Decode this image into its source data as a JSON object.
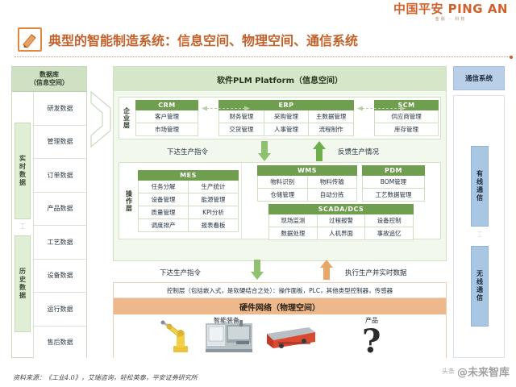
{
  "brand": {
    "name": "中国平安 PING AN",
    "tagline": "金融 · 科技"
  },
  "header": {
    "title": "典型的智能制造系统：信息空间、物理空间、通信系统",
    "icon": "pencil-edit-icon"
  },
  "database_column": {
    "heading_line1": "数据库",
    "heading_line2": "（信息空间）",
    "bands": [
      {
        "label": "实时数据"
      },
      {
        "label": "历史数据"
      }
    ],
    "items": [
      "研发数据",
      "管理数据",
      "订单数据",
      "产品数据",
      "工艺数据",
      "设备数据",
      "运行数据",
      "售后数据"
    ]
  },
  "info_space": {
    "title": "软件PLM Platform（信息空间）",
    "enterprise_layer": {
      "label": "企业层",
      "modules": [
        {
          "name": "CRM",
          "rows": [
            [
              "客户管理"
            ],
            [
              "市场管理"
            ]
          ]
        },
        {
          "name": "ERP",
          "rows": [
            [
              "财务管理",
              "采购管理",
              "主数据管理"
            ],
            [
              "交货管理",
              "人事管理",
              "流程制作"
            ]
          ]
        },
        {
          "name": "SCM",
          "rows": [
            [
              "供应商管理"
            ],
            [
              "库存管理"
            ]
          ]
        }
      ]
    },
    "flow_top": {
      "down_label": "下达生产指令",
      "up_label": "反馈生产情况"
    },
    "operation_layer": {
      "label": "操作层",
      "mes": {
        "name": "MES",
        "rows": [
          [
            "任务分解",
            "生产统计"
          ],
          [
            "设备管理",
            "能源管理"
          ],
          [
            "质量管理",
            "KPI分析"
          ],
          [
            "调度排产",
            "报表看板"
          ]
        ]
      },
      "wms": {
        "name": "WMS",
        "rows": [
          [
            "物料识别",
            "物料传输"
          ],
          [
            "仓储管理",
            "自动分拣"
          ]
        ]
      },
      "pdm": {
        "name": "PDM",
        "rows": [
          [
            "BOM管理"
          ],
          [
            "工艺数据管理"
          ]
        ]
      },
      "scada": {
        "name": "SCADA/DCS",
        "rows": [
          [
            "现场监测",
            "过程报警",
            "设备控制"
          ],
          [
            "数据处理",
            "人机界面",
            "事故追忆"
          ]
        ]
      }
    }
  },
  "flow_bottom": {
    "down_label": "下达生产指令",
    "up_label": "执行生产并实时数据"
  },
  "physical_space": {
    "control_layer": "控制层（包括嵌入式，是软硬结合之处）：操作面板，PLC，其他类型控制器，传感器",
    "title": "硬件网络（物理空间）",
    "equipment_label": "智能装备",
    "product_label": "产品",
    "product_symbol": "?",
    "icons": [
      "robot-arm-icon",
      "cnc-machine-icon",
      "agv-cart-icon"
    ]
  },
  "communication_column": {
    "title": "通信系统",
    "bands": [
      {
        "label": "有线通信"
      },
      {
        "label": "无线通信"
      }
    ]
  },
  "footer": {
    "source": "资料来源：《工业4.0》，艾瑞咨询，轻松英泰，平安证券研究所"
  },
  "watermark": {
    "platform": "头条",
    "handle": "@未来智库"
  },
  "colors": {
    "accent_orange": "#c3612a",
    "green_header": "#6e9e4e",
    "green_light": "#d6e7c9",
    "orange_band": "#edb98c",
    "blue_band": "#a9c6e3"
  }
}
